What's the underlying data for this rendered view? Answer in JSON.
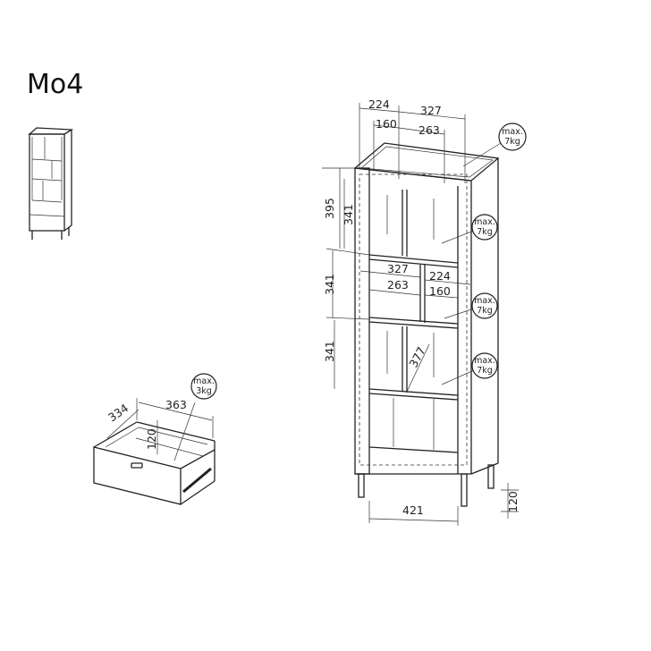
{
  "title": "Mo4",
  "cabinet": {
    "top_widths": {
      "left_outer": "224",
      "right_outer": "327",
      "left_inner": "160",
      "right_inner": "263"
    },
    "middle_widths": {
      "left_outer": "327",
      "left_inner": "263",
      "right_outer": "224",
      "right_inner": "160"
    },
    "heights": {
      "top_total": "395",
      "top_inner": "341",
      "middle": "341",
      "lower": "341"
    },
    "diagonal": "377",
    "bottom_width": "421",
    "leg_height": "120",
    "load_labels": [
      {
        "line1": "max.",
        "line2": "7kg"
      },
      {
        "line1": "max.",
        "line2": "7kg"
      },
      {
        "line1": "max.",
        "line2": "7kg"
      },
      {
        "line1": "max.",
        "line2": "7kg"
      }
    ]
  },
  "drawer": {
    "depth": "334",
    "width": "363",
    "height": "120",
    "load": {
      "line1": "max.",
      "line2": "3kg"
    }
  }
}
